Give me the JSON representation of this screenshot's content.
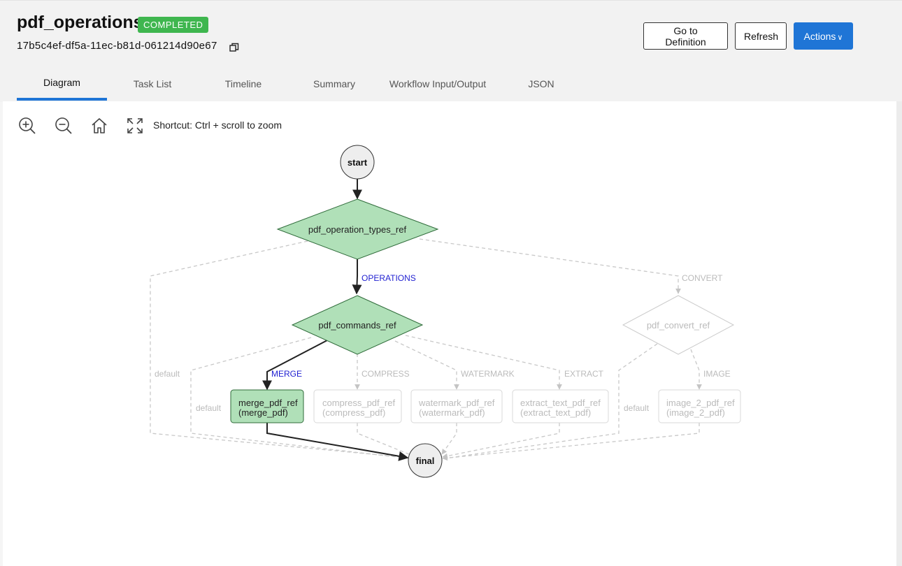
{
  "workflow": {
    "name": "pdf_operations",
    "status": "COMPLETED",
    "id": "17b5c4ef-df5a-11ec-b81d-061214d90e67"
  },
  "actions": {
    "go_to_definition": "Go to Definition",
    "refresh": "Refresh",
    "actions": "Actions"
  },
  "tabs": [
    {
      "label": "Diagram",
      "active": true
    },
    {
      "label": "Task List"
    },
    {
      "label": "Timeline"
    },
    {
      "label": "Summary"
    },
    {
      "label": "Workflow Input/Output"
    },
    {
      "label": "JSON"
    }
  ],
  "toolbar": {
    "icons": [
      "zoom-in-icon",
      "zoom-out-icon",
      "home-icon",
      "fullscreen-icon"
    ],
    "shortcut": "Shortcut: Ctrl + scroll to zoom"
  },
  "diagram": {
    "nodes": {
      "start": "start",
      "final": "final",
      "pdf_operation_types_ref": "pdf_operation_types_ref",
      "pdf_commands_ref": "pdf_commands_ref",
      "pdf_convert_ref": "pdf_convert_ref",
      "merge": {
        "ref": "merge_pdf_ref",
        "type": "(merge_pdf)"
      },
      "compress": {
        "ref": "compress_pdf_ref",
        "type": "(compress_pdf)"
      },
      "watermark": {
        "ref": "watermark_pdf_ref",
        "type": "(watermark_pdf)"
      },
      "extract": {
        "ref": "extract_text_pdf_ref",
        "type": "(extract_text_pdf)"
      },
      "image": {
        "ref": "image_2_pdf_ref",
        "type": "(image_2_pdf)"
      }
    },
    "edge_labels": {
      "operations": "OPERATIONS",
      "convert": "CONVERT",
      "merge": "MERGE",
      "compress": "COMPRESS",
      "watermark": "WATERMARK",
      "extract": "EXTRACT",
      "image": "IMAGE",
      "default": "default"
    },
    "colors": {
      "executed_fill": "#b0e0b8",
      "executed_stroke": "#2f6b3a",
      "executed_edge": "#222222",
      "pending": "#cccccc",
      "executed_label": "#1f1fd1",
      "pending_label": "#bbbbbb"
    }
  }
}
